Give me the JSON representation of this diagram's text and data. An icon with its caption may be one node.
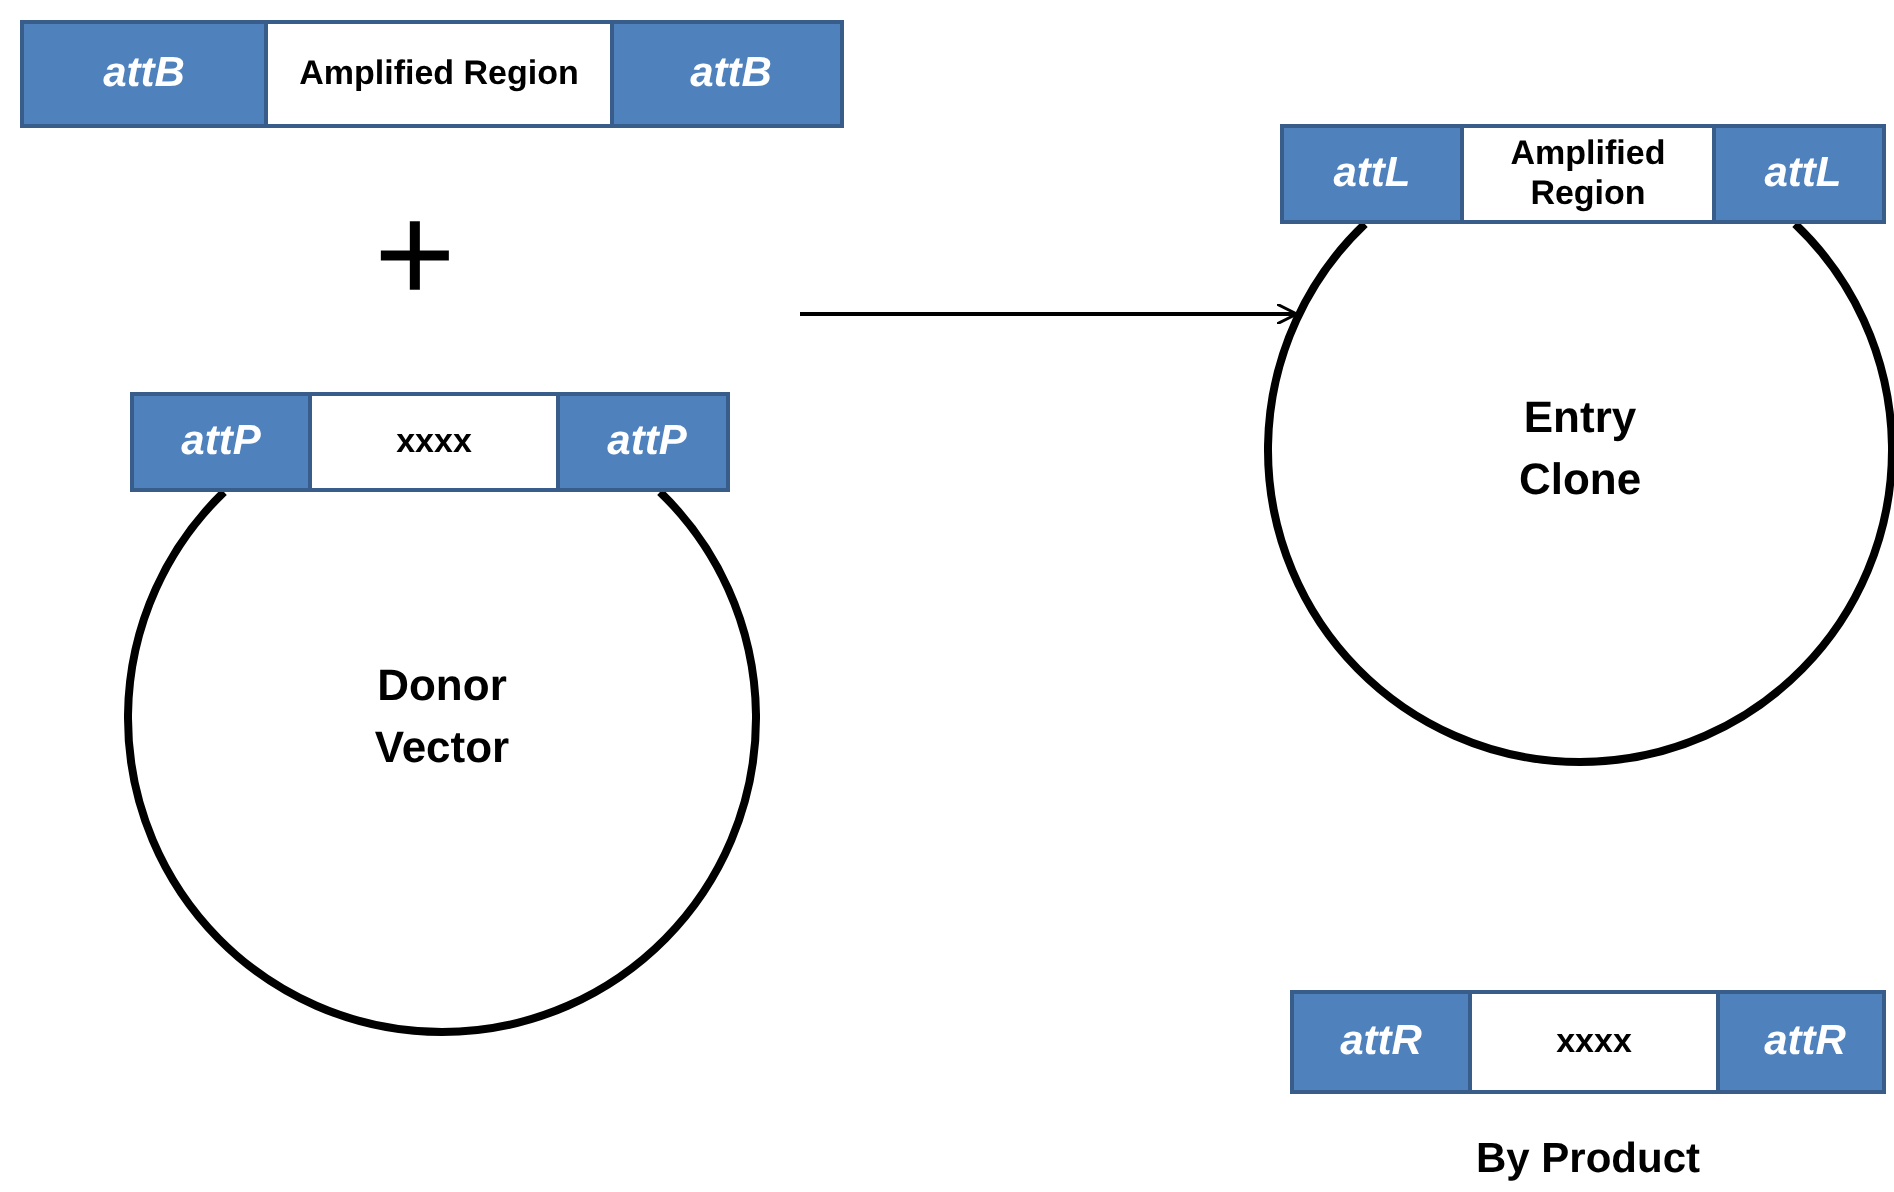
{
  "diagram": {
    "nodes": [
      {
        "text": [],
        "shape": "bar"
      },
      {
        "text": [
          "attB"
        ],
        "in": 0
      },
      {
        "text": [
          "Amplified Region"
        ],
        "in": 0
      },
      {
        "text": [
          "attB"
        ],
        "in": 0
      },
      {
        "text": [],
        "shape": "bar"
      },
      {
        "text": [
          "attL"
        ],
        "in": 4
      },
      {
        "text": [
          "Amplified Region"
        ],
        "in": 4
      },
      {
        "text": [
          "attL"
        ],
        "in": 4
      },
      {
        "text": [
          "Entry Clone"
        ]
      },
      {
        "text": [],
        "shape": "bar"
      },
      {
        "text": [
          "attP"
        ],
        "in": 9
      },
      {
        "text": [
          "xxxx"
        ],
        "in": 9
      },
      {
        "text": [
          "attP"
        ],
        "in": 9
      },
      {
        "text": [
          "Donor Vector"
        ]
      },
      {
        "text": [],
        "shape": "bar",
        "beside": [
          "By Product"
        ]
      },
      {
        "text": [
          "attR"
        ],
        "in": 14
      },
      {
        "text": [
          "xxxx"
        ],
        "in": 14
      },
      {
        "text": [
          "attR"
        ],
        "in": 14
      }
    ],
    "edges": [
      {
        "from": null,
        "to": 8,
        "arrow": "to"
      }
    ],
    "labels": [
      "+"
    ]
  }
}
